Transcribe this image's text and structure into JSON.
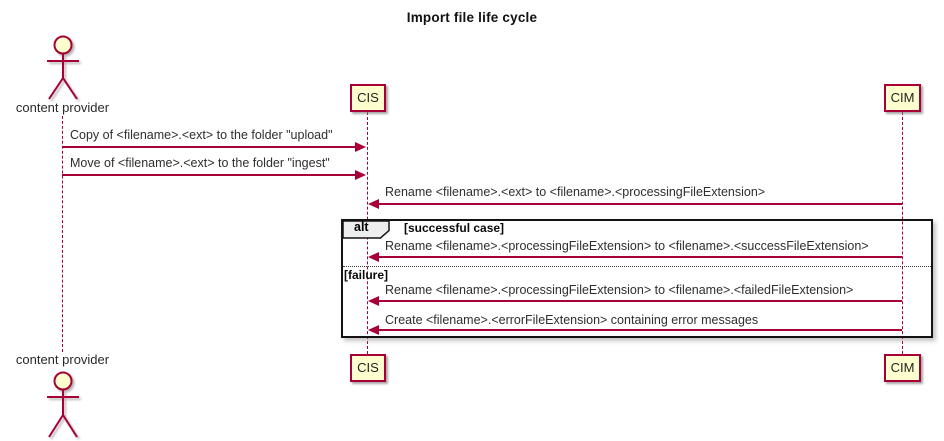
{
  "title": "Import file life cycle",
  "actor": {
    "label": "content provider"
  },
  "participants": {
    "cis": "CIS",
    "cim": "CIM"
  },
  "messages": {
    "copy_upload": "Copy of <filename>.<ext> to the folder \"upload\"",
    "move_ingest": "Move of <filename>.<ext> to the folder \"ingest\"",
    "rename_processing": "Rename <filename>.<ext> to <filename>.<processingFileExtension>"
  },
  "alt": {
    "operator": "alt",
    "success_condition": "[successful case]",
    "success_rename": "Rename <filename>.<processingFileExtension> to <filename>.<successFileExtension>",
    "failure_condition": "[failure]",
    "failure_rename": "Rename <filename>.<processingFileExtension> to <filename>.<failedFileExtension>",
    "failure_create": "Create <filename>.<errorFileExtension> containing error messages"
  },
  "colors": {
    "accent": "#A80036",
    "participant_fill": "#FEFECE",
    "frame_border": "#000000",
    "operator_fill": "#EEEEEE"
  }
}
